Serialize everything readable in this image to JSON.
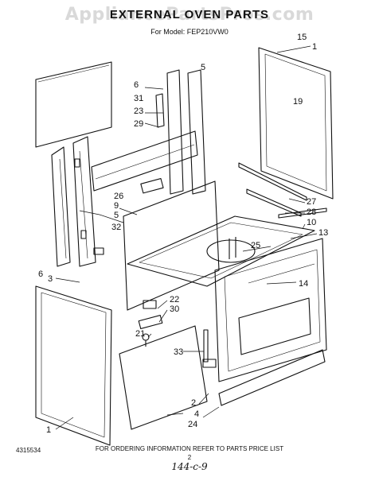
{
  "header": {
    "watermark": "AppliancePartsPros.com",
    "title": "EXTERNAL OVEN PARTS",
    "model": "For Model: FEP210VW0"
  },
  "footer": {
    "doc_number": "4315534",
    "ordering_note": "FOR ORDERING INFORMATION REFER TO PARTS PRICE LIST",
    "page": "2",
    "handwritten": "144-c-9"
  },
  "callouts": [
    "15",
    "1",
    "5",
    "6",
    "31",
    "23",
    "29",
    "19",
    "26",
    "27",
    "28",
    "10",
    "13",
    "9",
    "5",
    "32",
    "25",
    "14",
    "6",
    "3",
    "22",
    "30",
    "21",
    "33",
    "2",
    "4",
    "24",
    "1"
  ]
}
